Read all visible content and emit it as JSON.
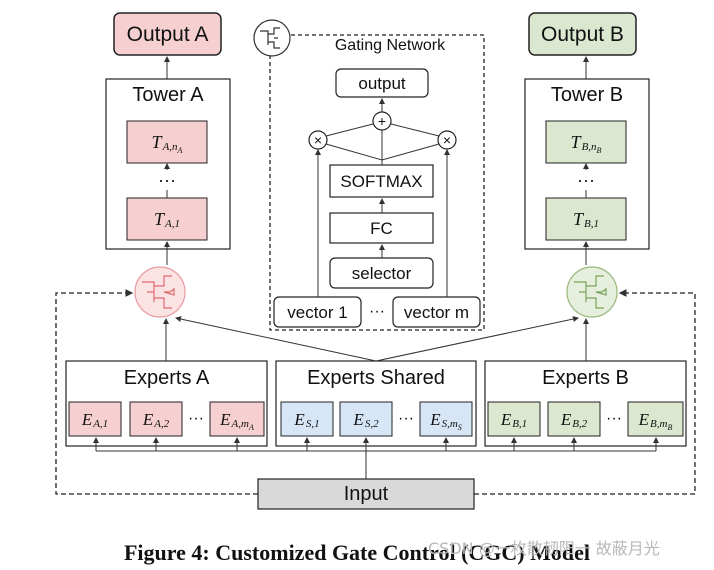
{
  "output_a": "Output A",
  "output_b": "Output B",
  "tower_a": "Tower A",
  "tower_b": "Tower B",
  "gating": {
    "title": "Gating Network",
    "output": "output",
    "plus": "+",
    "times": "×",
    "softmax": "SOFTMAX",
    "fc": "FC",
    "selector": "selector",
    "vector1": "vector 1",
    "vector_ellipsis": "···",
    "vectorm": "vector m"
  },
  "experts_a": "Experts A",
  "experts_shared": "Experts Shared",
  "experts_b": "Experts B",
  "input": "Input",
  "ellipsis": "···",
  "tower_a_nodes": {
    "top_main": "T",
    "top_sub": "A,n",
    "top_subsub": "A",
    "bottom_main": "T",
    "bottom_sub": "A,1"
  },
  "tower_b_nodes": {
    "top_main": "T",
    "top_sub": "B,n",
    "top_subsub": "B",
    "bottom_main": "T",
    "bottom_sub": "B,1"
  },
  "experts": {
    "a": [
      {
        "main": "E",
        "sub": "A,1"
      },
      {
        "main": "E",
        "sub": "A,2"
      },
      {
        "main": "E",
        "sub": "A,m",
        "subsub": "A"
      }
    ],
    "s": [
      {
        "main": "E",
        "sub": "S,1"
      },
      {
        "main": "E",
        "sub": "S,2"
      },
      {
        "main": "E",
        "sub": "S,m",
        "subsub": "S"
      }
    ],
    "b": [
      {
        "main": "E",
        "sub": "B,1"
      },
      {
        "main": "E",
        "sub": "B,2"
      },
      {
        "main": "E",
        "sub": "B,m",
        "subsub": "B"
      }
    ]
  },
  "caption": "Figure 4: Customized Gate Control (CGC) Model",
  "watermark": "CSDN @一枚散韧阳一 故蔽月光",
  "colors": {
    "red_fill": "#f6cfd1",
    "red_stroke": "#e06b70",
    "green_fill": "#dbe7cf",
    "green_stroke": "#7aa35c",
    "blue_fill": "#d6e6f7",
    "input_fill": "#d9d9d9"
  }
}
